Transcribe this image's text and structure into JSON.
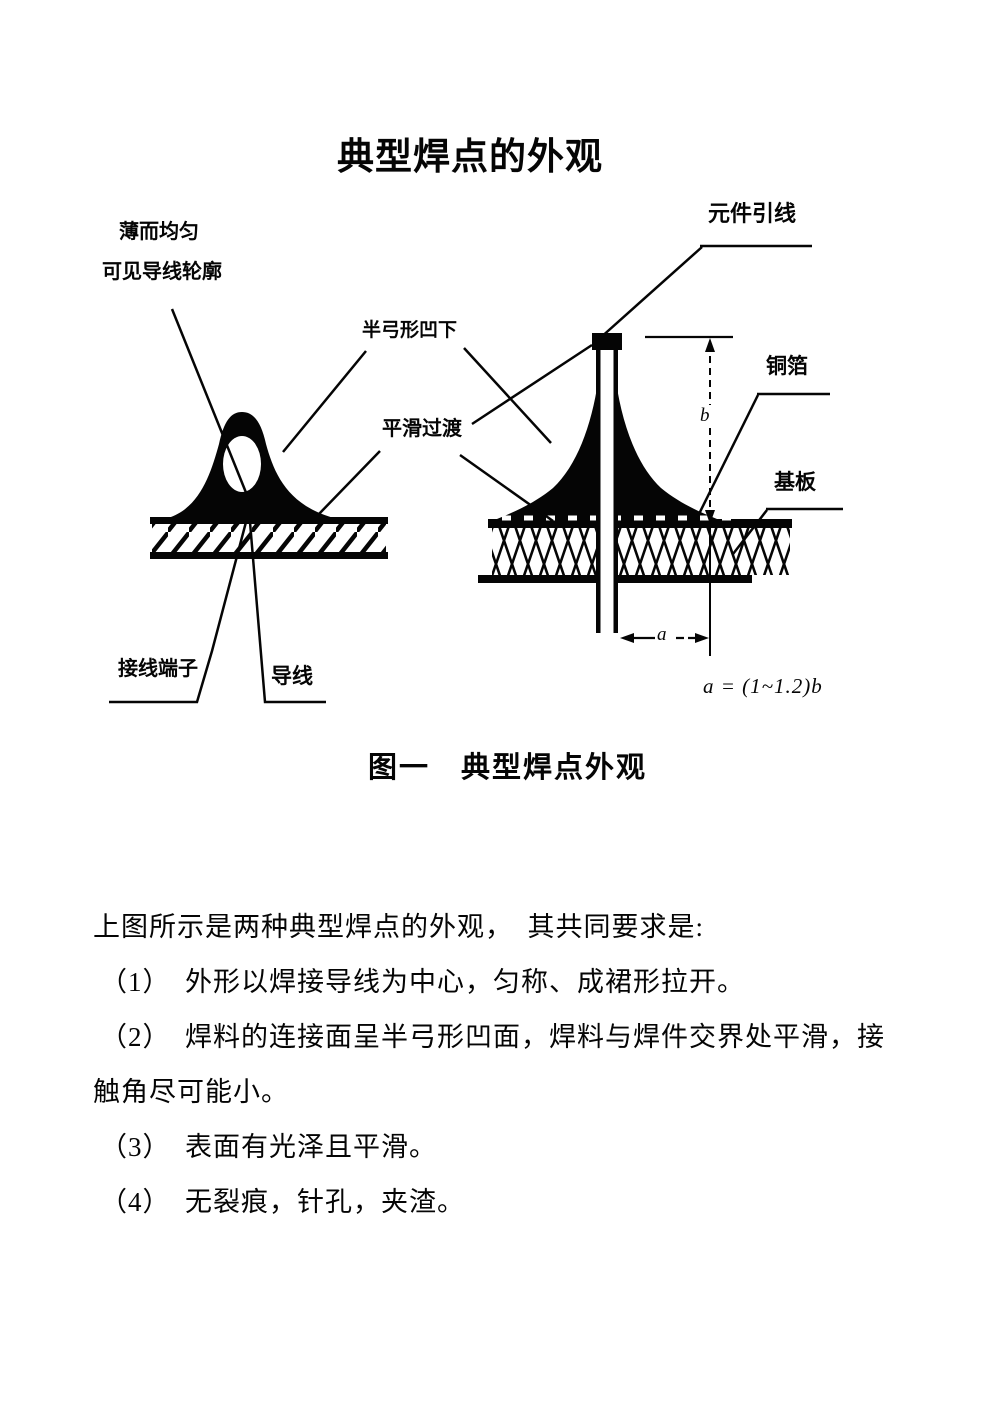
{
  "page": {
    "title": "典型焊点的外观"
  },
  "diagram": {
    "caption": "图一　典型焊点外观",
    "formula": "a = (1~1.2)b",
    "dim_a": "a",
    "dim_b": "b",
    "labels": {
      "thin_even_line1": "薄而均匀",
      "thin_even_line2": "可见导线轮廓",
      "component_lead": "元件引线",
      "half_bow_concave": "半弓形凹下",
      "smooth_transition": "平滑过渡",
      "copper_foil": "铜箔",
      "substrate": "基板",
      "terminal": "接线端子",
      "wire": "导线"
    }
  },
  "body": {
    "lines": [
      "上图所示是两种典型焊点的外观，　其共同要求是:",
      "（1）　外形以焊接导线为中心，匀称、成裙形拉开。",
      "（2）　焊料的连接面呈半弓形凹面，焊料与焊件交界处平滑，接",
      "触角尽可能小。",
      "（3）　表面有光泽且平滑。",
      "（4）　无裂痕，针孔，夹渣。"
    ]
  }
}
